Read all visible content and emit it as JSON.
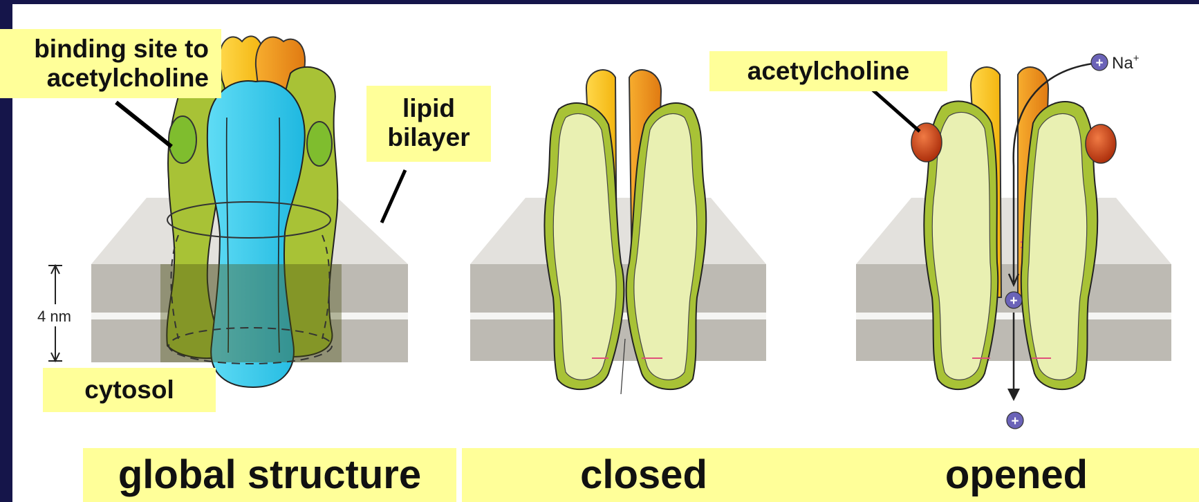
{
  "labels": {
    "binding_site_line1": "binding site to",
    "binding_site_line2": "acetylcholine",
    "lipid_line1": "lipid",
    "lipid_line2": "bilayer",
    "cytosol": "cytosol",
    "acetylcholine": "acetylcholine",
    "global_structure": "global structure",
    "closed": "closed",
    "opened": "opened"
  },
  "figure_text": {
    "scale": "4 nm",
    "ion": "Na",
    "ion_charge": "+",
    "plus": "+"
  },
  "colors": {
    "background": "#15154a",
    "label_fill": "#ffff99",
    "canvas": "#ffffff",
    "subunit_green": "#a8c236",
    "subunit_light": "#e9f0b2",
    "subunit_yellow": "#f9c422",
    "subunit_orange": "#f0921e",
    "subunit_blue": "#3ccfee",
    "membrane": "#bdbab3",
    "acetylcholine": "#c83a12",
    "sodium_ion": "#6b63b8"
  },
  "icons": {
    "ion": "plus-circle-icon",
    "arrow": "arrow-down-icon"
  }
}
